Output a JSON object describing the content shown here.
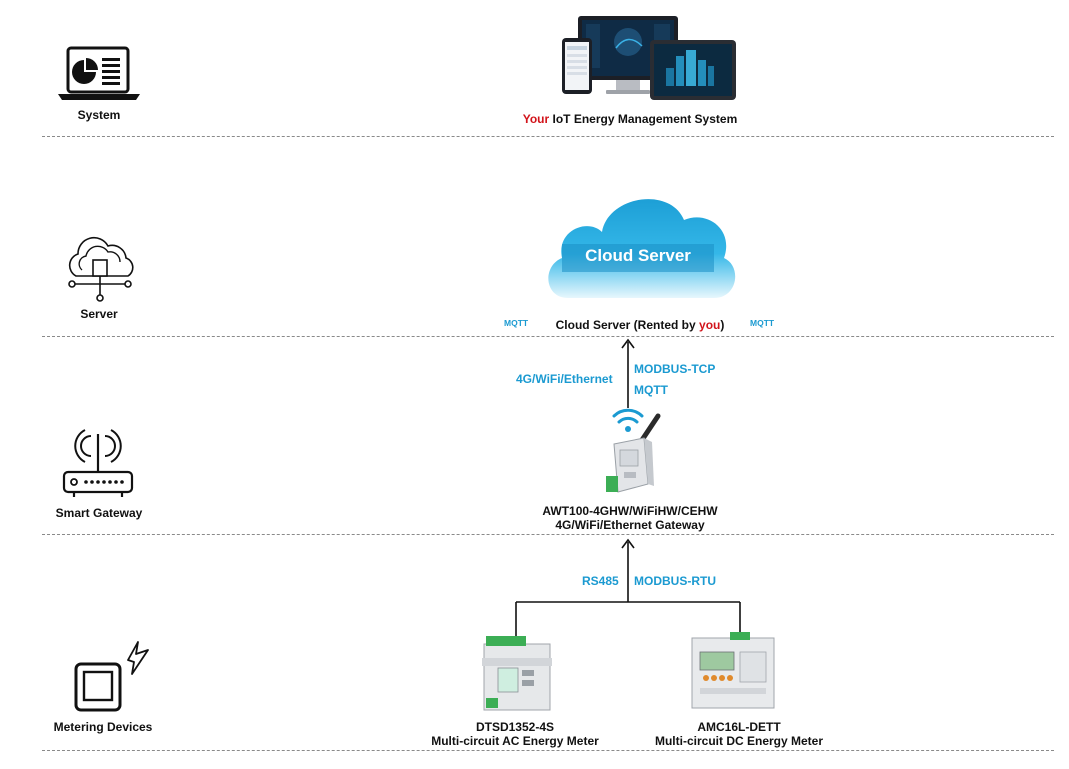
{
  "tiers": {
    "system": "System",
    "server": "Server",
    "gateway": "Smart Gateway",
    "metering": "Metering Devices"
  },
  "system_caption": {
    "highlight": "Your",
    "rest": " IoT Energy Management System"
  },
  "cloud": {
    "title": "Cloud Server",
    "caption_prefix": "Cloud Server (Rented by ",
    "caption_highlight": "you",
    "caption_suffix": ")",
    "mqtt_left": "MQTT",
    "mqtt_right": "MQTT"
  },
  "uplink": {
    "left_label": "4G/WiFi/Ethernet",
    "right_label_1": "MODBUS-TCP",
    "right_label_2": "MQTT"
  },
  "gateway": {
    "model": "AWT100-4GHW/WiFiHW/CEHW",
    "description": "4G/WiFi/Ethernet Gateway"
  },
  "fieldbus": {
    "left_label": "RS485",
    "right_label": "MODBUS-RTU"
  },
  "devices": [
    {
      "model": "DTSD1352-4S",
      "description": "Multi-circuit AC Energy Meter"
    },
    {
      "model": "AMC16L-DETT",
      "description": "Multi-circuit DC Energy Meter"
    }
  ],
  "colors": {
    "accent": "#1b9ad1",
    "highlight": "#d2141b",
    "divider": "#8a8a8a"
  }
}
